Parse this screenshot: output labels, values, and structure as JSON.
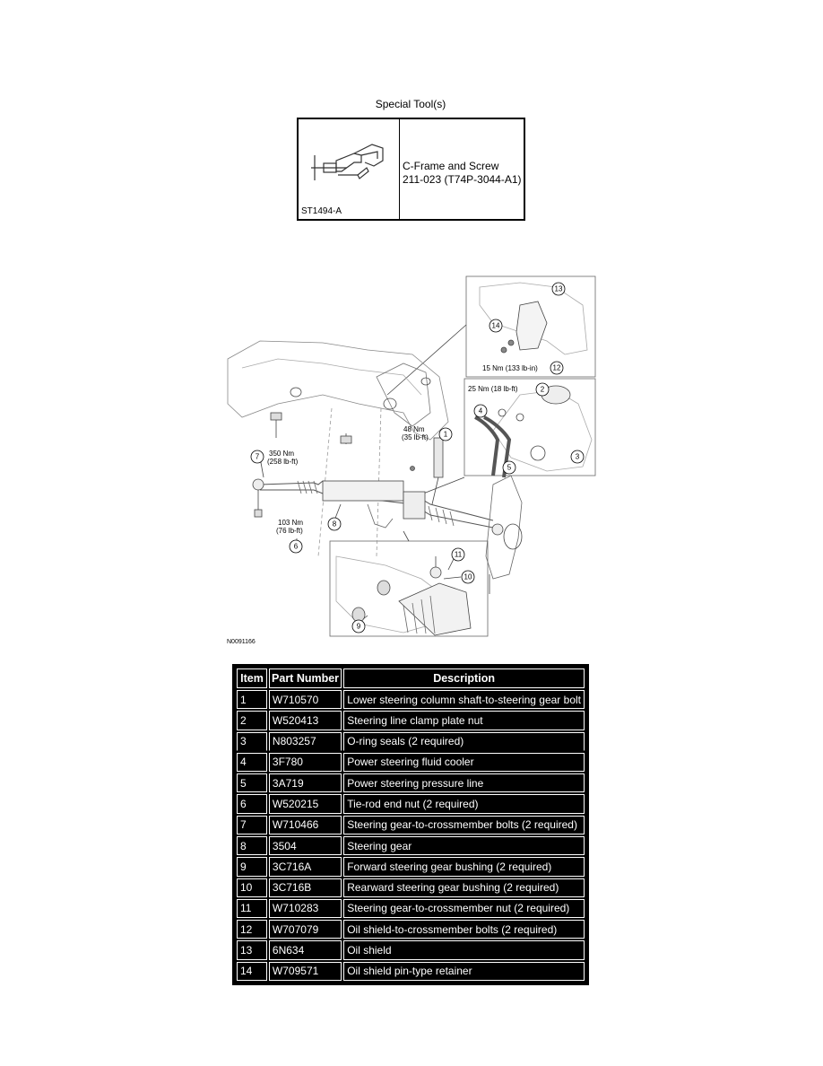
{
  "special_tools": {
    "heading": "Special Tool(s)",
    "tool_code": "ST1494-A",
    "tool_name": "C-Frame and Screw",
    "tool_number": "211-023 (T74P-3044-A1)"
  },
  "diagram": {
    "figure_code": "N0091166",
    "callouts": {
      "c1": "1",
      "c2": "2",
      "c3": "3",
      "c4": "4",
      "c5": "5",
      "c6": "6",
      "c7": "7",
      "c8": "8",
      "c9": "9",
      "c10": "10",
      "c11": "11",
      "c12": "12",
      "c13": "13",
      "c14": "14"
    },
    "torque": {
      "t1a": "48 Nm",
      "t1b": "(35 lb-ft)",
      "t2": "25 Nm (18 lb-ft)",
      "t6a": "103 Nm",
      "t6b": "(76 lb-ft)",
      "t7a": "350 Nm",
      "t7b": "(258 lb-ft)",
      "t12": "15 Nm (133 lb-in)"
    }
  },
  "parts_table": {
    "headers": {
      "item": "Item",
      "part_number": "Part Number",
      "description": "Description"
    },
    "rows": [
      {
        "item": "1",
        "part": "W710570",
        "desc": "Lower steering column shaft-to-steering gear bolt"
      },
      {
        "item": "2",
        "part": "W520413",
        "desc": "Steering line clamp plate nut"
      },
      {
        "item": "3",
        "part": "N803257",
        "desc": "O-ring seals (2 required)"
      },
      {
        "item": "4",
        "part": "3F780",
        "desc": "Power steering fluid cooler"
      },
      {
        "item": "5",
        "part": "3A719",
        "desc": "Power steering pressure line"
      },
      {
        "item": "6",
        "part": "W520215",
        "desc": "Tie-rod end nut (2 required)"
      },
      {
        "item": "7",
        "part": "W710466",
        "desc": "Steering gear-to-crossmember bolts (2 required)"
      },
      {
        "item": "8",
        "part": "3504",
        "desc": "Steering gear"
      },
      {
        "item": "9",
        "part": "3C716A",
        "desc": "Forward steering gear bushing (2 required)"
      },
      {
        "item": "10",
        "part": "3C716B",
        "desc": "Rearward steering gear bushing (2 required)"
      },
      {
        "item": "11",
        "part": "W710283",
        "desc": "Steering gear-to-crossmember nut (2 required)"
      },
      {
        "item": "12",
        "part": "W707079",
        "desc": "Oil shield-to-crossmember bolts (2 required)"
      },
      {
        "item": "13",
        "part": "6N634",
        "desc": "Oil shield"
      },
      {
        "item": "14",
        "part": "W709571",
        "desc": "Oil shield pin-type retainer"
      }
    ]
  }
}
